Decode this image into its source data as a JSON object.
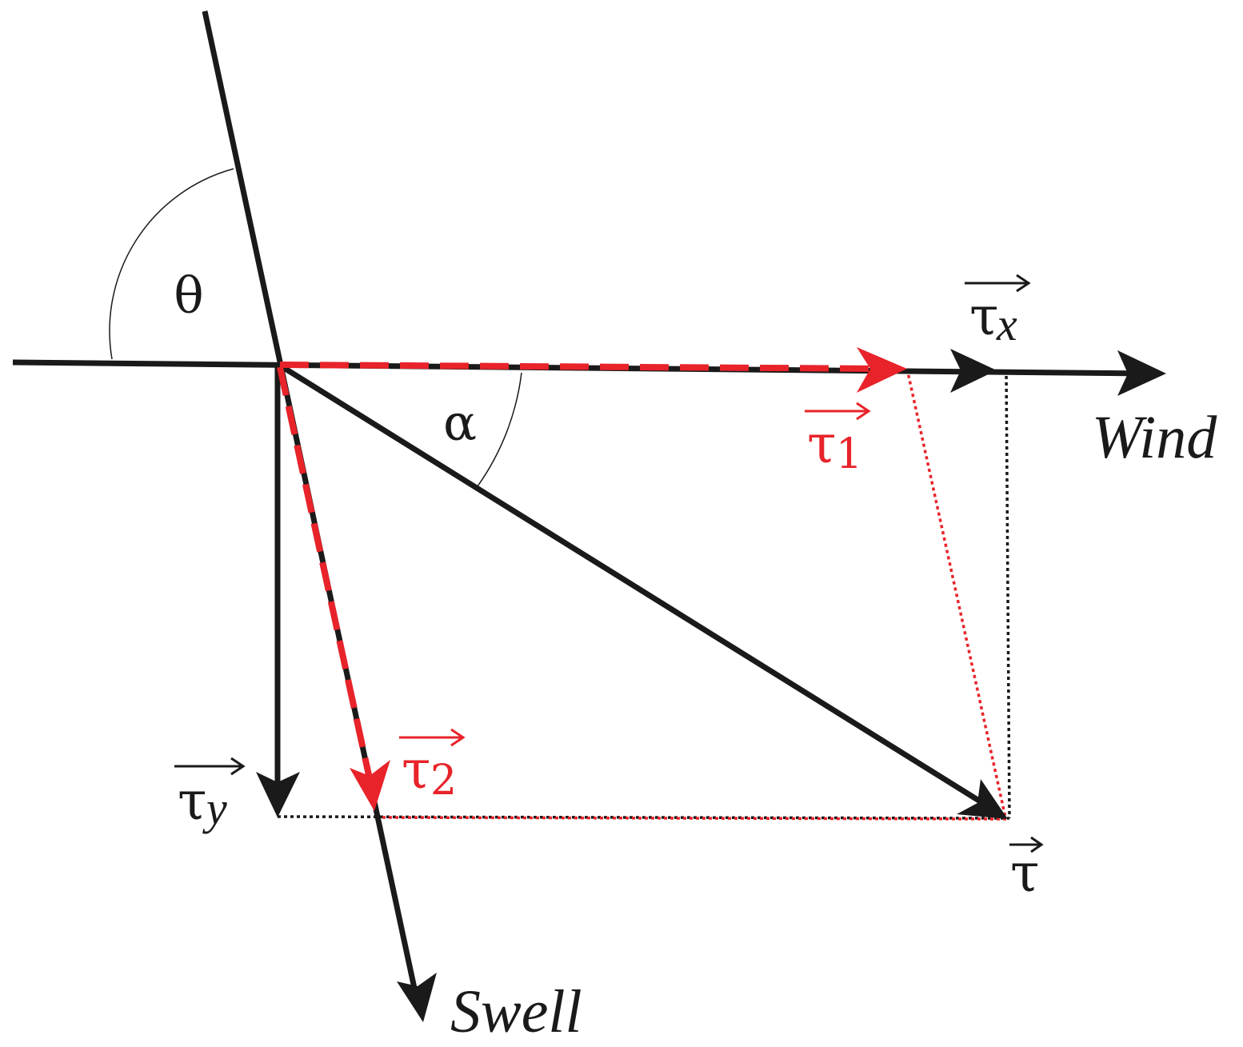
{
  "labels": {
    "theta": "θ",
    "alpha": "α",
    "tau": "τ",
    "tau_x_sub": "x",
    "tau_y_sub": "y",
    "tau_1_sub": "1",
    "tau_2_sub": "2",
    "wind": "Wind",
    "swell": "Swell"
  },
  "colors": {
    "black": "#1a1a1a",
    "red": "#e8232a"
  }
}
